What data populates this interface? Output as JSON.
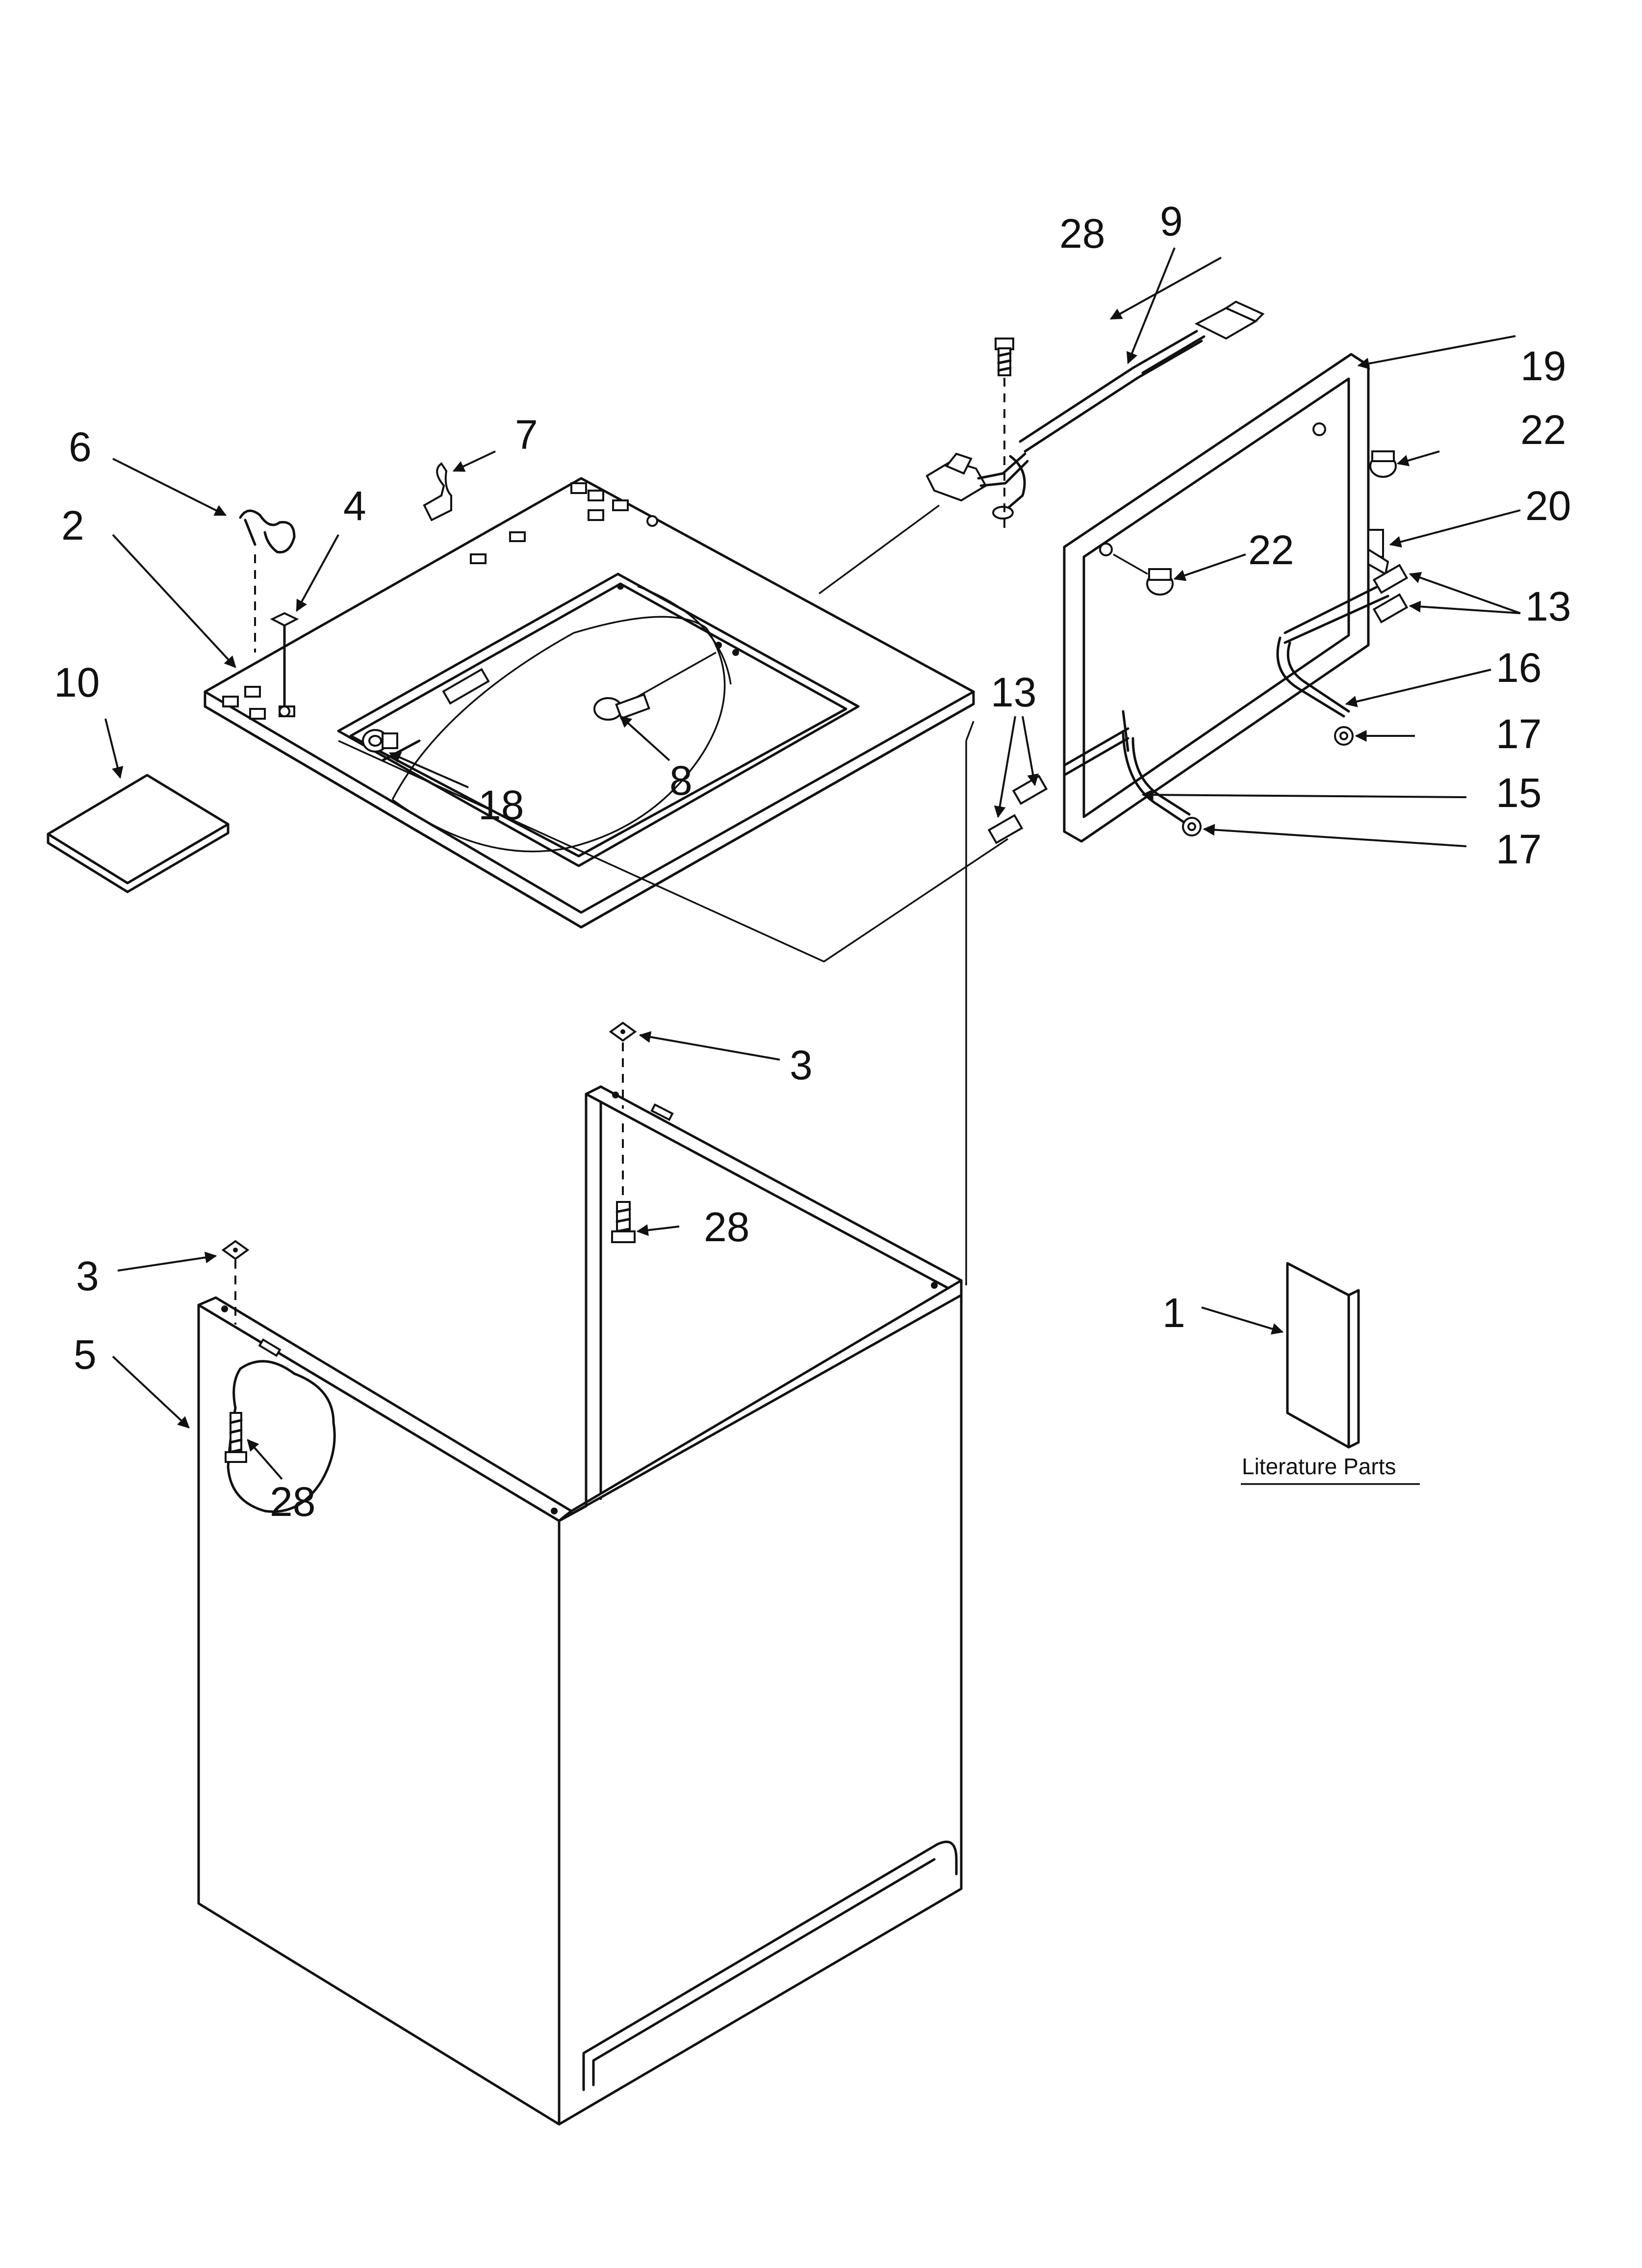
{
  "callouts": {
    "c1": "1",
    "c2": "2",
    "c3a": "3",
    "c3b": "3",
    "c4": "4",
    "c5": "5",
    "c6": "6",
    "c7": "7",
    "c8": "8",
    "c9": "9",
    "c10": "10",
    "c13a": "13",
    "c13b": "13",
    "c15": "15",
    "c16": "16",
    "c17a": "17",
    "c17b": "17",
    "c18": "18",
    "c19": "19",
    "c20": "20",
    "c22a": "22",
    "c22b": "22",
    "c28a": "28",
    "c28b": "28",
    "c28c": "28"
  },
  "literature_label": "Literature Parts"
}
